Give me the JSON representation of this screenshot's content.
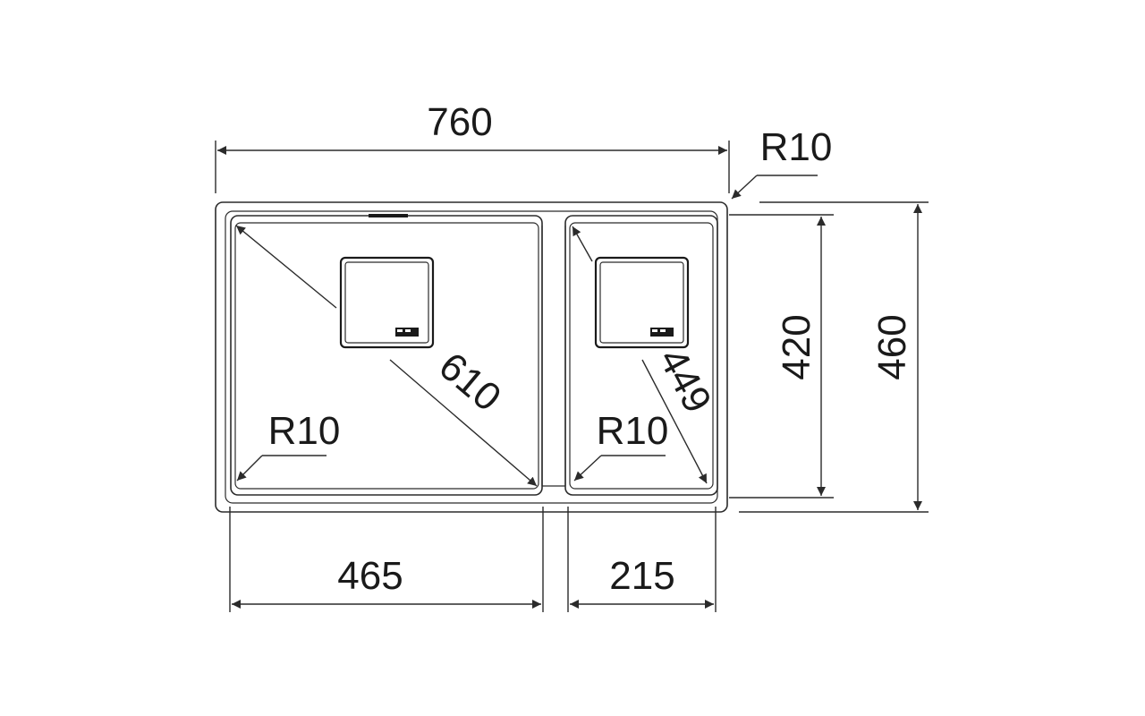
{
  "dimensions": {
    "overall_width": "760",
    "bowl_large_width": "465",
    "bowl_small_width": "215",
    "inner_height": "420",
    "outer_height": "460",
    "diagonal_large": "610",
    "diagonal_small": "449"
  },
  "radii": {
    "outer_corner": "R10",
    "large_bowl_corner": "R10",
    "small_bowl_corner": "R10"
  }
}
